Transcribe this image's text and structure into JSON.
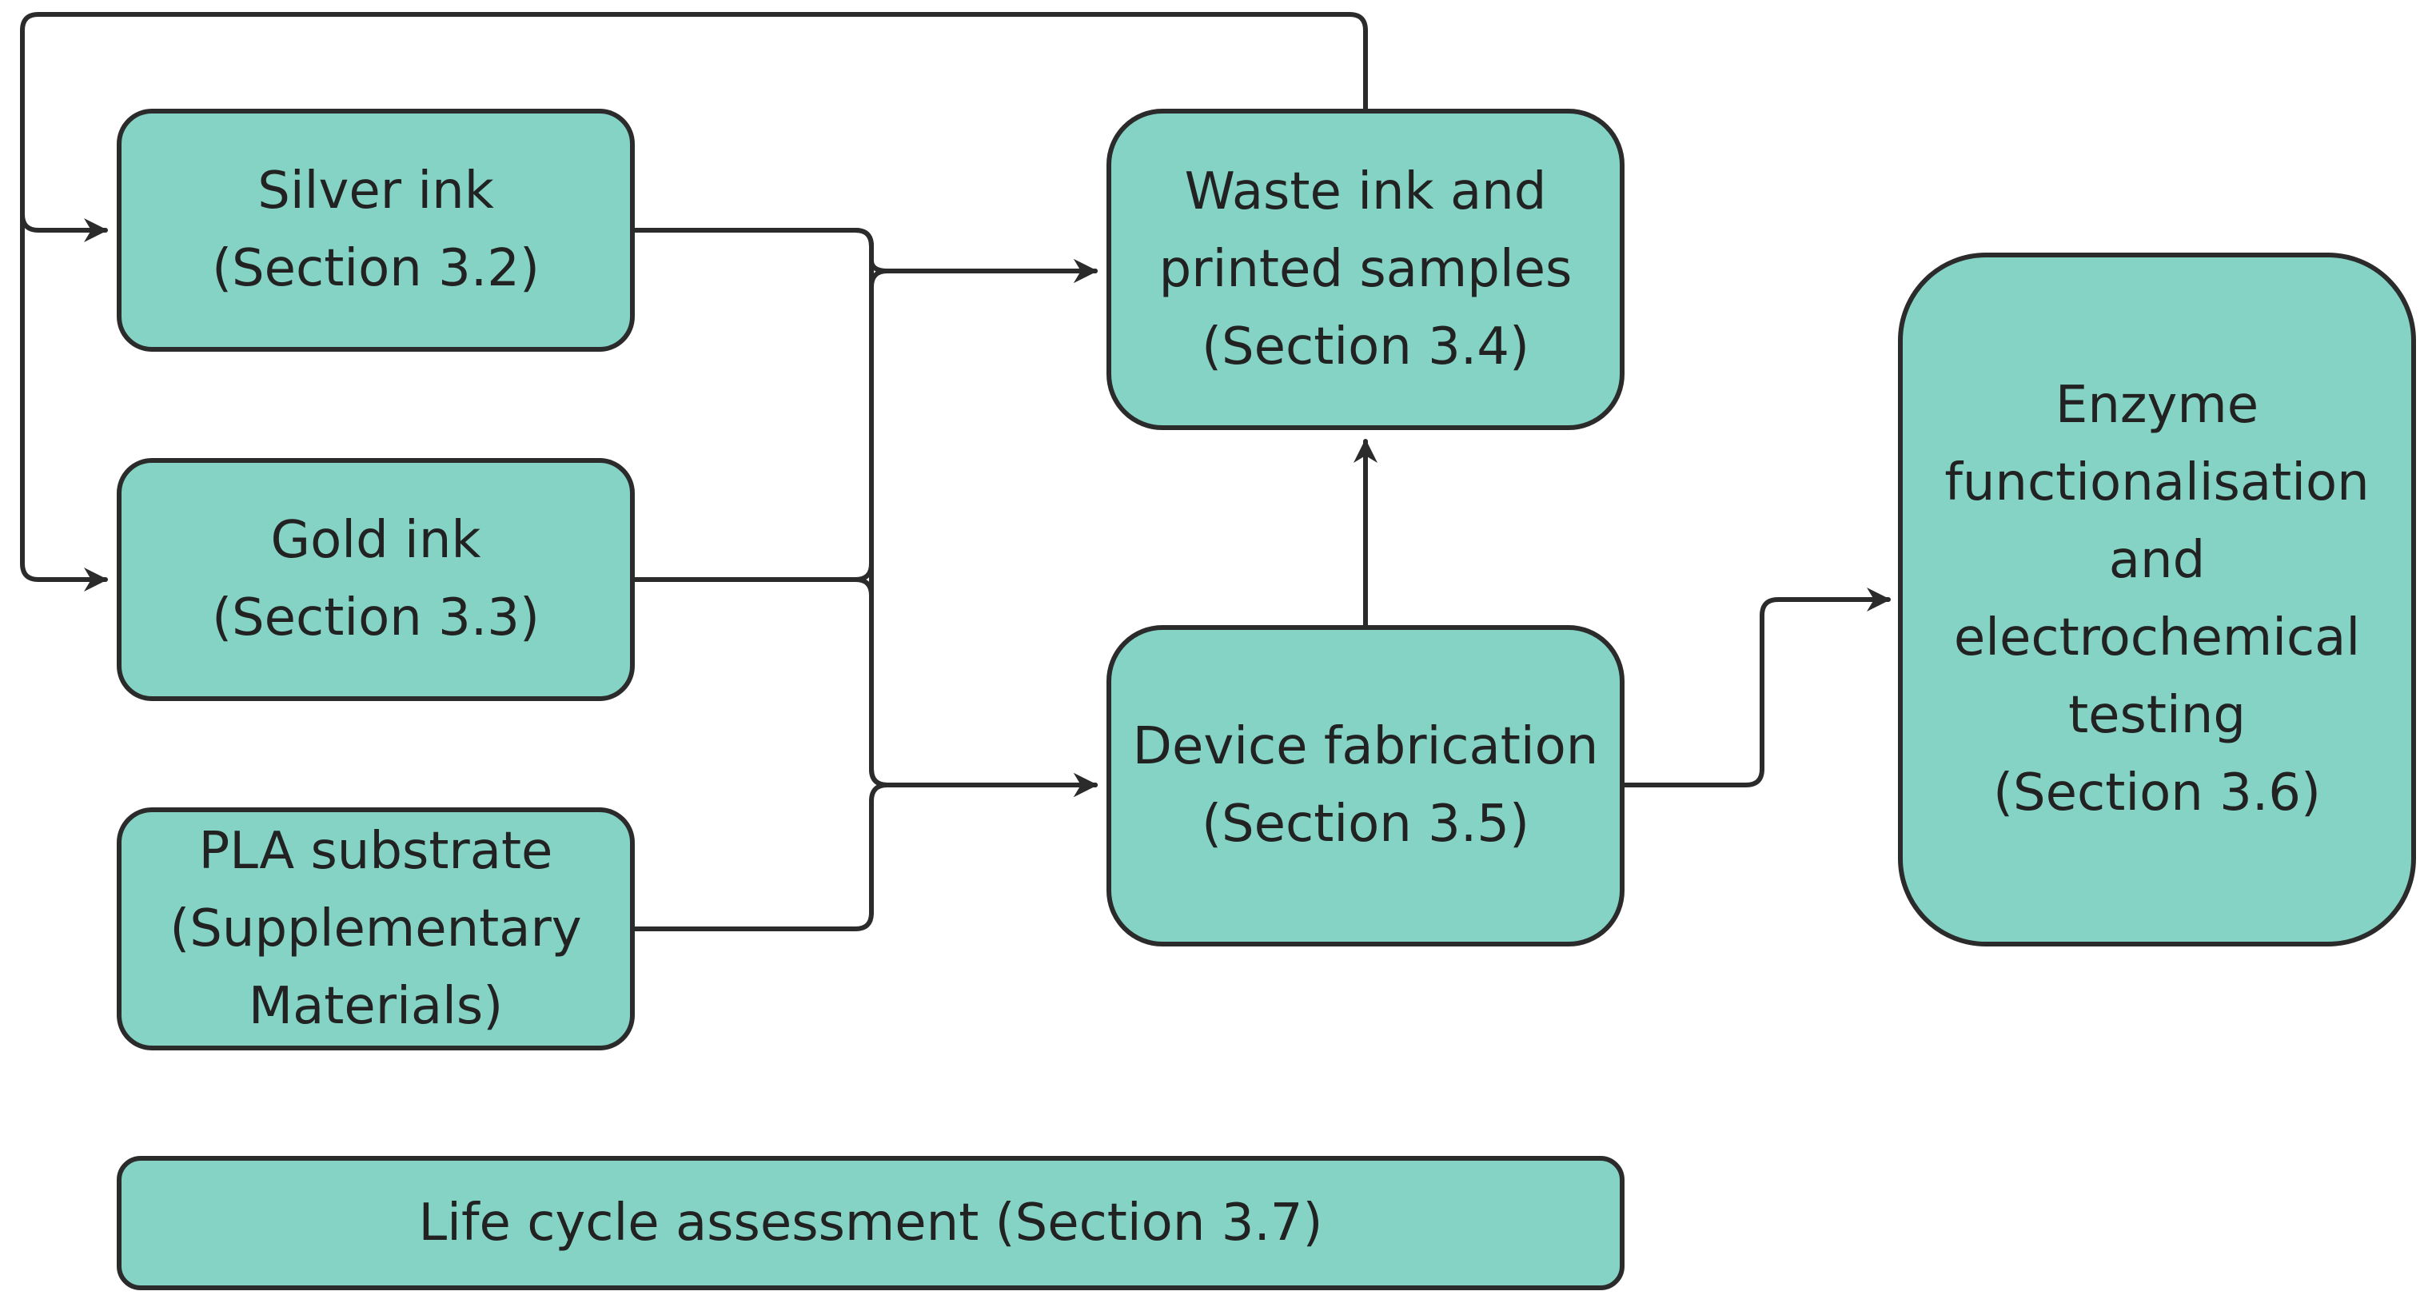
{
  "colors": {
    "node_fill": "#84d3c5",
    "stroke": "#2b2b2b",
    "text": "#222222",
    "background": "#ffffff"
  },
  "nodes": {
    "silver_ink": "Silver ink\n(Section 3.2)",
    "gold_ink": "Gold ink\n(Section 3.3)",
    "pla_substrate": "PLA substrate\n(Supplementary\nMaterials)",
    "waste_ink": "Waste ink and\nprinted samples\n(Section 3.4)",
    "device_fabrication": "Device fabrication\n(Section 3.5)",
    "enzyme": "Enzyme\nfunctionalisation\nand\nelectrochemical\ntesting\n(Section 3.6)",
    "lca": "Life cycle assessment (Section 3.7)"
  },
  "edges": [
    {
      "from": "silver_ink",
      "to": "waste_ink"
    },
    {
      "from": "silver_ink",
      "to": "device_fabrication"
    },
    {
      "from": "gold_ink",
      "to": "waste_ink"
    },
    {
      "from": "gold_ink",
      "to": "device_fabrication"
    },
    {
      "from": "pla_substrate",
      "to": "device_fabrication"
    },
    {
      "from": "device_fabrication",
      "to": "waste_ink"
    },
    {
      "from": "device_fabrication",
      "to": "enzyme"
    },
    {
      "from": "waste_ink",
      "to": "silver_ink"
    },
    {
      "from": "waste_ink",
      "to": "gold_ink"
    }
  ]
}
